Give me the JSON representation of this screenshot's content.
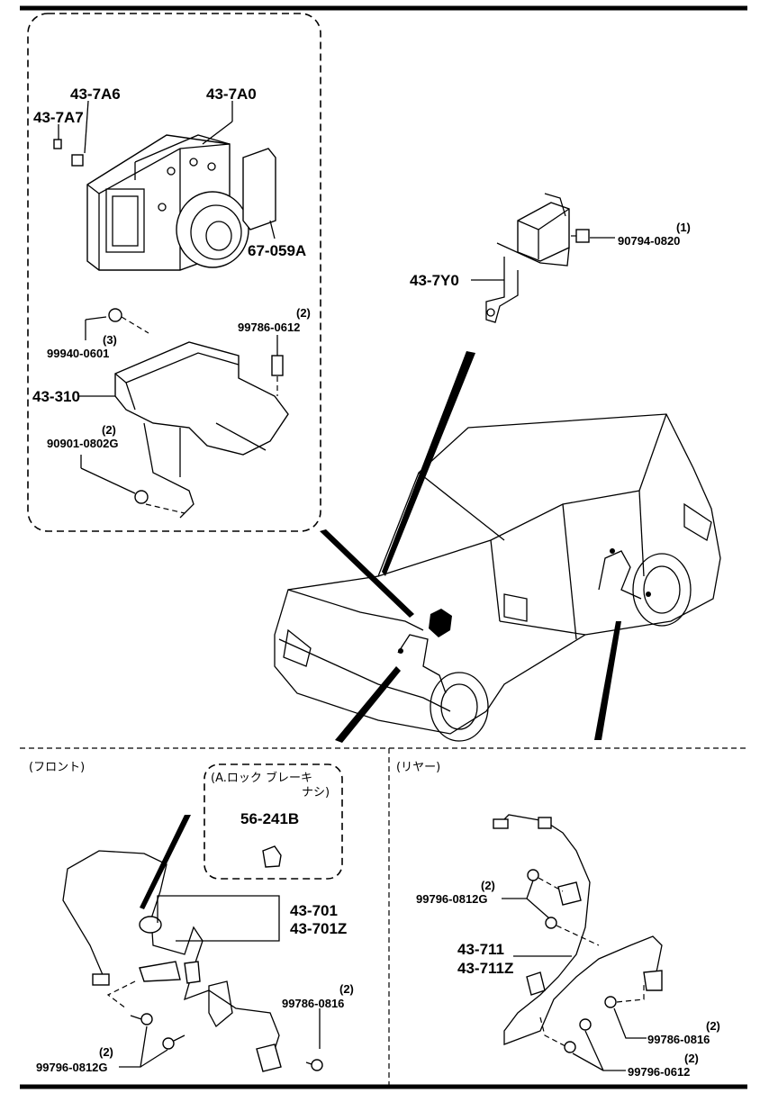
{
  "abs_unit_group": {
    "hu_bolt_a": "43-7A6",
    "hu_bolt_b": "43-7A7",
    "hu_unit": "43-7A0",
    "cover": "67-059A",
    "nut_qty": "(3)",
    "nut": "99940-0601",
    "bracket_bolt_qty": "(2)",
    "bracket_bolt": "99786-0612",
    "bracket": "43-310",
    "bracket_nut_qty": "(2)",
    "bracket_nut": "90901-0802G"
  },
  "sensor_group": {
    "sensor_bracket": "43-7Y0",
    "sensor_bolt_qty": "(1)",
    "sensor_bolt": "90794-0820"
  },
  "front_section": {
    "title": "(フロント)",
    "inset_line1": "(A.ロック ブレーキ",
    "inset_line2": "ナシ)",
    "cap": "56-241B",
    "harness_a": "43-701",
    "harness_b": "43-701Z",
    "bolt_right_qty": "(2)",
    "bolt_right": "99786-0816",
    "bolt_left_qty": "(2)",
    "bolt_left": "99796-0812G"
  },
  "rear_section": {
    "title": "(リヤー)",
    "bolt_top_qty": "(2)",
    "bolt_top": "99796-0812G",
    "harness_a": "43-711",
    "harness_b": "43-711Z",
    "bolt_right_qty": "(2)",
    "bolt_right": "99786-0816",
    "bolt_bottom_qty": "(2)",
    "bolt_bottom": "99796-0612"
  }
}
